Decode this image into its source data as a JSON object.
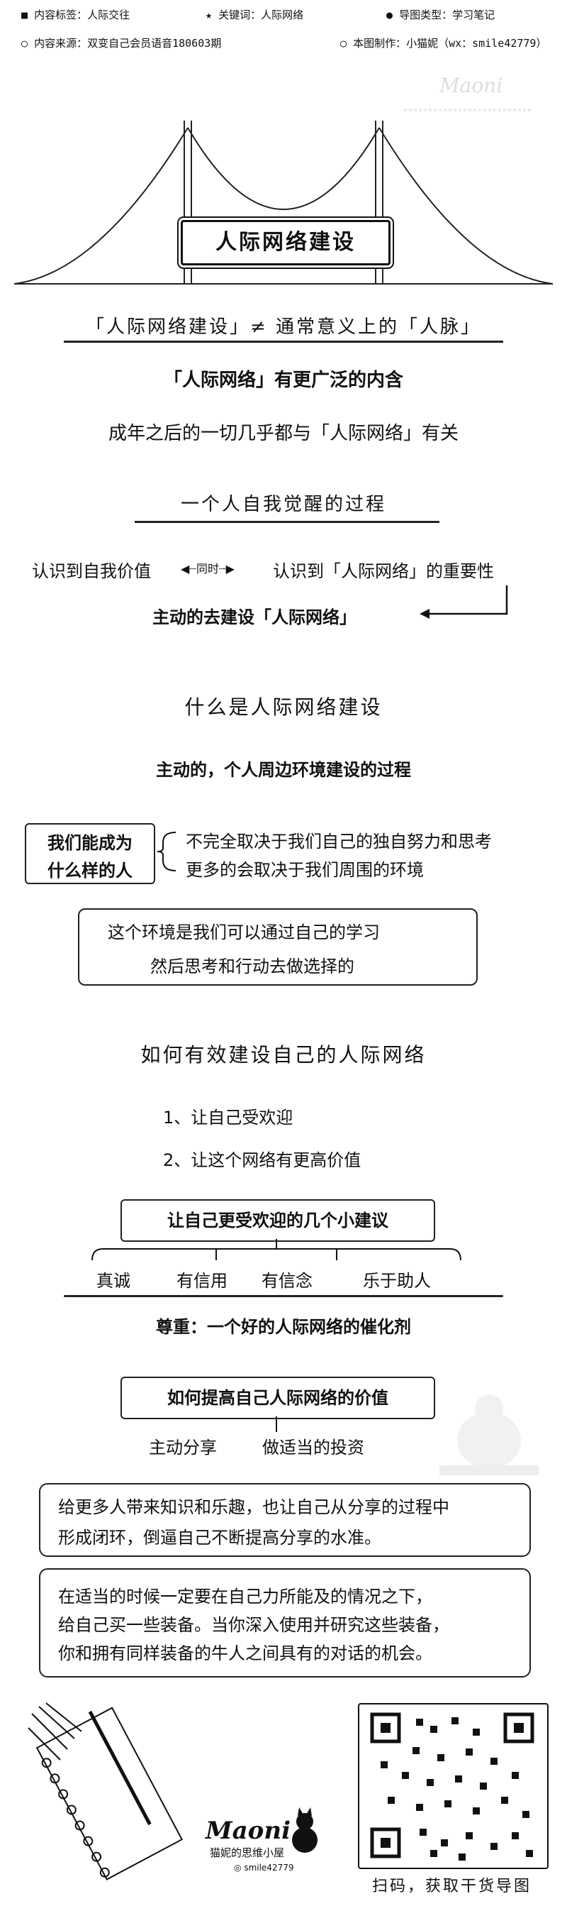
{
  "meta": {
    "tag_label": "内容标签：",
    "tag_value": "人际交往",
    "keyword_label": "关键词：",
    "keyword_value": "人际网络",
    "type_label": "导图类型：",
    "type_value": "学习笔记",
    "source_label": "内容来源：",
    "source_value": "双变自己会员语音180603期",
    "author_label": "本图制作：",
    "author_value": "小猫妮（wx：smile42779）"
  },
  "title": "人际网络建设",
  "section1": {
    "headline": "「人际网络建设」≠ 通常意义上的「人脉」",
    "line1": "「人际网络」有更广泛的内含",
    "line2": "成年之后的一切几乎都与「人际网络」有关",
    "awakening": "一个人自我觉醒的过程",
    "left": "认识到自我价值",
    "middle": "同时",
    "right": "认识到「人际网络」的重要性",
    "result": "主动的去建设「人际网络」"
  },
  "section2": {
    "heading": "什么是人际网络建设",
    "definition": "主动的，个人周边环境建设的过程",
    "box_line1": "我们能成为",
    "box_line2": "什么样的人",
    "branch1": "不完全取决于我们自己的独自努力和思考",
    "branch2": "更多的会取决于我们周围的环境",
    "note_line1": "这个环境是我们可以通过自己的学习",
    "note_line2": "然后思考和行动去做选择的"
  },
  "section3": {
    "heading": "如何有效建设自己的人际网络",
    "item1": "1、让自己受欢迎",
    "item2": "2、让这个网络有更高价值",
    "box1": "让自己更受欢迎的几个小建议",
    "tips": [
      "真诚",
      "有信用",
      "有信念",
      "乐于助人"
    ],
    "respect": "尊重：一个好的人际网络的催化剂",
    "box2": "如何提高自己人际网络的价值",
    "ways": [
      "主动分享",
      "做适当的投资"
    ],
    "para1_line1": "给更多人带来知识和乐趣，也让自己从分享的过程中",
    "para1_line2": "形成闭环，倒逼自己不断提高分享的水准。",
    "para2_line1": "在适当的时候一定要在自己力所能及的情况之下，",
    "para2_line2": "给自己买一些装备。当你深入使用并研究这些装备，",
    "para2_line3": "你和拥有同样装备的牛人之间具有的对话的机会。"
  },
  "footer": {
    "brand": "Maoni",
    "brand_sub": "猫妮的思维小屋",
    "wechat": "smile42779",
    "qr_caption": "扫码，获取干货导图"
  },
  "colors": {
    "ink": "#111111",
    "box_fill": "#f2f2f2",
    "accent_line": "#222222"
  }
}
